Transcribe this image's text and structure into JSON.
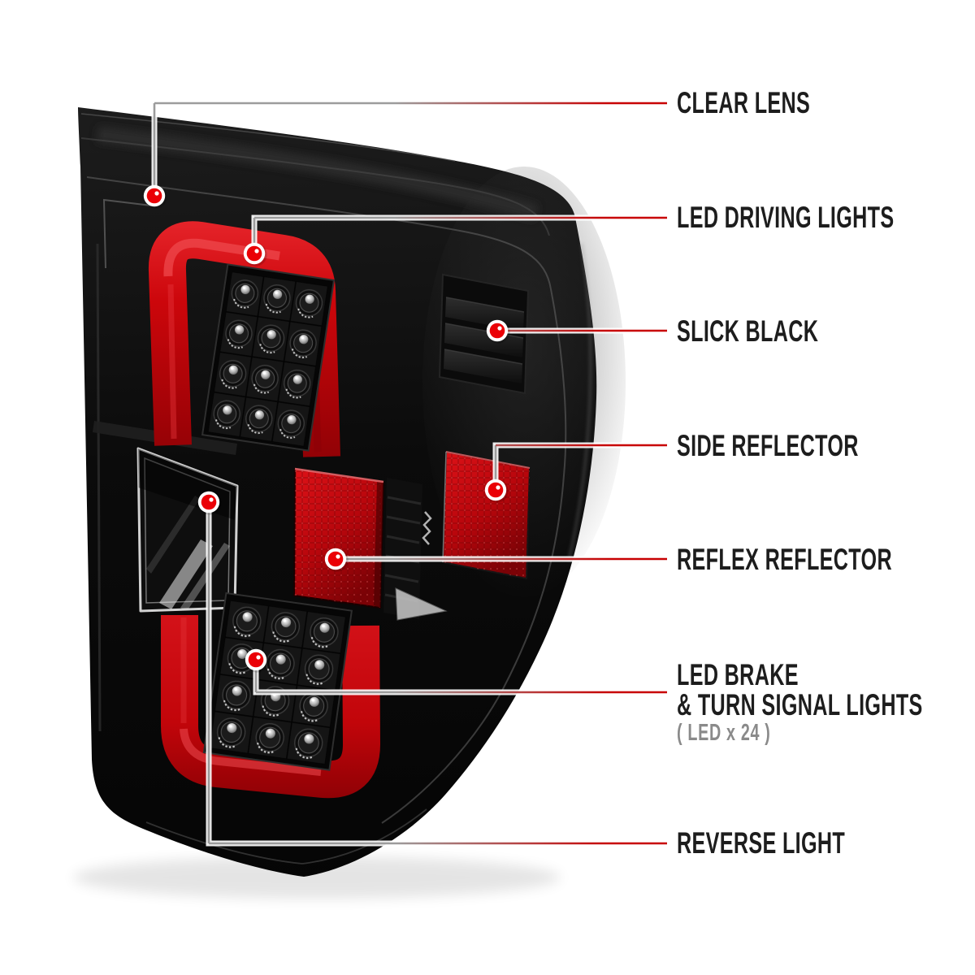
{
  "figure": {
    "type": "product-callout-diagram",
    "subject": "LED tail light, black housing with clear lens",
    "background": "#ffffff"
  },
  "style": {
    "label_color": "#1d1d1d",
    "sub_label_color": "#8a8a8a",
    "leader_gray": "#9c9c9c",
    "leader_red": "#c80001",
    "dot_red": "#ea0006",
    "bar_red": "#cf080d",
    "reflector_red": "#c00b11",
    "housing_black": "#0c0c0c"
  },
  "callouts": [
    {
      "id": "clear-lens",
      "label": "CLEAR LENS"
    },
    {
      "id": "led-driving-lights",
      "label": "LED DRIVING LIGHTS"
    },
    {
      "id": "slick-black",
      "label": "SLICK BLACK"
    },
    {
      "id": "side-reflector",
      "label": "SIDE REFLECTOR"
    },
    {
      "id": "reflex-reflector",
      "label": "REFLEX REFLECTOR"
    },
    {
      "id": "led-brake-turn-signal",
      "label_line1": "LED BRAKE",
      "label_line2": "& TURN SIGNAL LIGHTS",
      "sub_label": "( LED x 24 )"
    },
    {
      "id": "reverse-light",
      "label": "REVERSE LIGHT"
    }
  ]
}
